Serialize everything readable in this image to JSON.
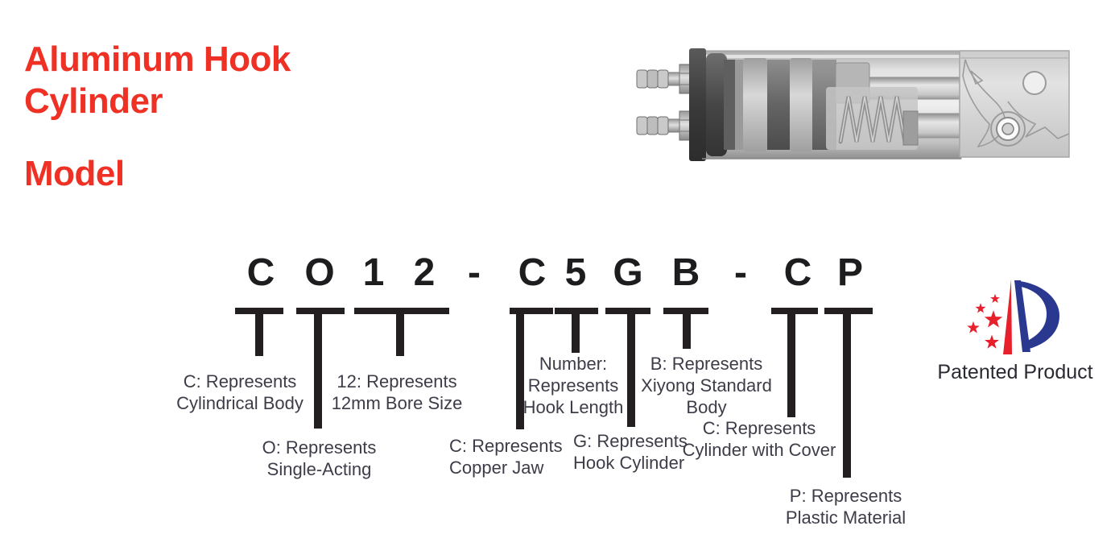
{
  "title": {
    "main": "Aluminum Hook Cylinder",
    "sub": "Model"
  },
  "model_code": {
    "full": "CO12-C5GB-CP",
    "chars": [
      "C",
      "O",
      "1",
      "2",
      "-",
      "C",
      "5",
      "G",
      "B",
      "-",
      "C",
      "P"
    ]
  },
  "segments": [
    {
      "code": "C",
      "lines": [
        "C: Represents",
        "Cylindrical Body"
      ]
    },
    {
      "code": "O",
      "lines": [
        "O: Represents",
        "Single-Acting"
      ]
    },
    {
      "code": "12",
      "lines": [
        "12: Represents",
        "12mm Bore Size"
      ]
    },
    {
      "code": "C",
      "lines": [
        "C: Represents",
        "Copper Jaw"
      ]
    },
    {
      "code": "5",
      "lines": [
        "Number:",
        "Represents",
        "Hook Length"
      ]
    },
    {
      "code": "G",
      "lines": [
        "G: Represents",
        "Hook Cylinder"
      ]
    },
    {
      "code": "B",
      "lines": [
        "B: Represents",
        "Xiyong Standard",
        "Body"
      ]
    },
    {
      "code": "C",
      "lines": [
        "C: Represents",
        "Cylinder with Cover"
      ]
    },
    {
      "code": "P",
      "lines": [
        "P: Represents",
        "Plastic Material"
      ]
    }
  ],
  "patent": {
    "caption": "Patented Product"
  },
  "icons": {
    "patent_logo": "patent-p-with-stars",
    "product_image": "hook-cylinder-cutaway-render"
  },
  "colors": {
    "title_red": "#ee3124",
    "diagram_ink": "#231f20",
    "label_text": "#3d3d49",
    "logo_blue": "#2b3890",
    "logo_red": "#e8202c"
  }
}
